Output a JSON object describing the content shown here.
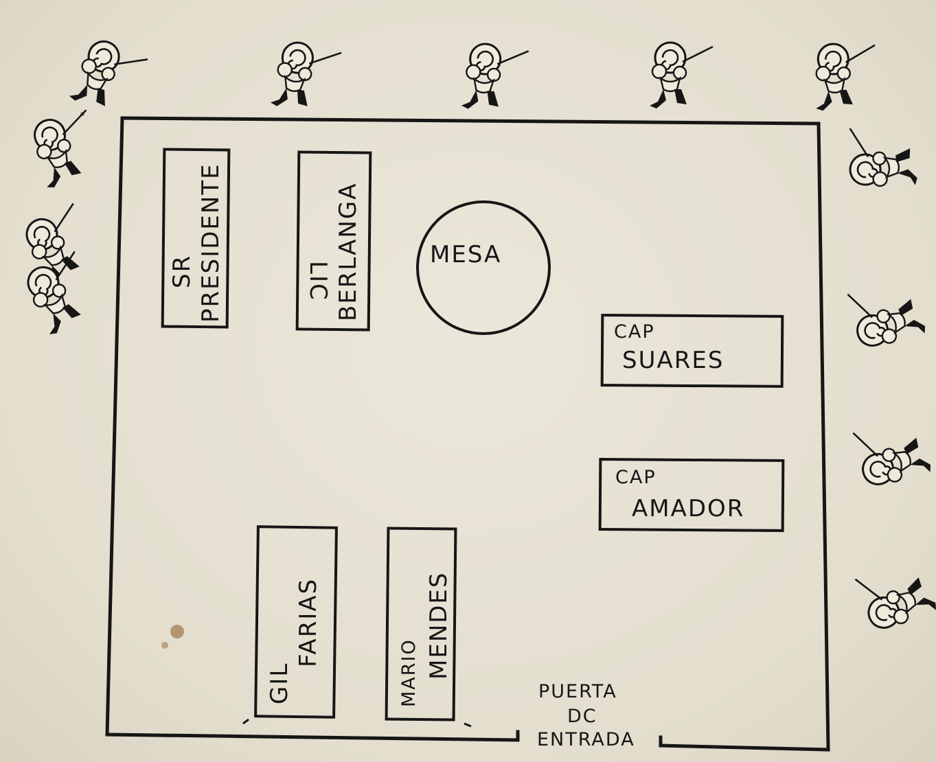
{
  "labels": {
    "presidente_line1": "SR",
    "presidente_line2": "PRESIDENTE",
    "berlanga_line1": "LIC",
    "berlanga_line2": "BERLANGA",
    "mesa": "MESA",
    "suares_line1": "CAP",
    "suares_line2": "SUARES",
    "amador_line1": "CAP",
    "amador_line2": "AMADOR",
    "gil_line1": "GIL",
    "gil_line2": "FARIAS",
    "mendes_line1": "MARIO",
    "mendes_line2": "MENDES",
    "door_line1": "PUERTA",
    "door_line2": "DC",
    "door_line3": "ENTRADA"
  },
  "icons": {
    "guard": "soldier-with-rifle-icon"
  },
  "colors": {
    "ink": "#161616",
    "paper": "#e6e1d3"
  }
}
